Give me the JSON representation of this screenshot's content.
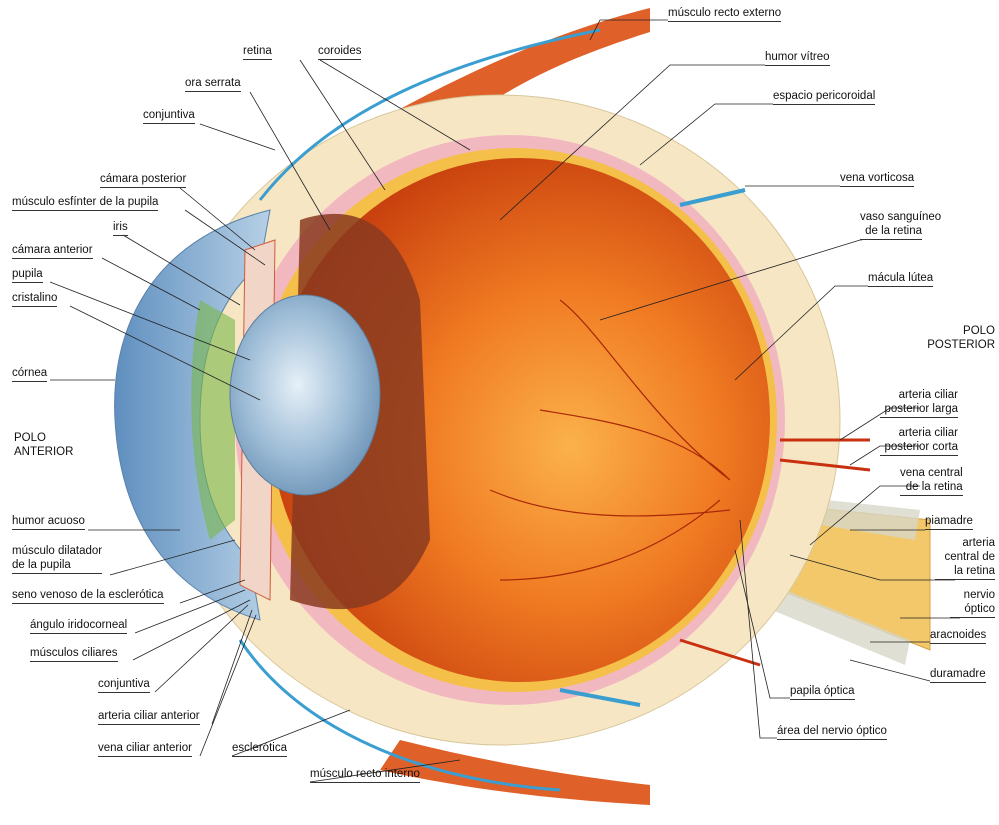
{
  "labels": {
    "musculo_recto_externo": "músculo recto externo",
    "retina": "retina",
    "coroides": "coroides",
    "humor_vitreo": "humor vítreo",
    "ora_serrata": "ora serrata",
    "espacio_pericoroidal": "espacio pericoroidal",
    "conjuntiva_top": "conjuntiva",
    "camara_posterior": "cámara posterior",
    "vena_vorticosa": "vena vorticosa",
    "musculo_esfinter": "músculo esfínter de la pupila",
    "vaso_sanguineo_1": "vaso sanguíneo",
    "vaso_sanguineo_2": "de la retina",
    "iris": "iris",
    "camara_anterior": "cámara anterior",
    "macula_lutea": "mácula lútea",
    "pupila": "pupila",
    "cristalino": "cristalino",
    "polo_posterior_1": "POLO",
    "polo_posterior_2": "POSTERIOR",
    "cornea": "córnea",
    "arteria_ciliar_larga_1": "arteria ciliar",
    "arteria_ciliar_larga_2": "posterior larga",
    "polo_anterior_1": "POLO",
    "polo_anterior_2": "ANTERIOR",
    "arteria_ciliar_corta_1": "arteria ciliar",
    "arteria_ciliar_corta_2": "posterior corta",
    "vena_central_1": "vena central",
    "vena_central_2": "de la retina",
    "humor_acuoso": "humor acuoso",
    "piamadre": "piamadre",
    "musculo_dilatador_1": "músculo dilatador",
    "musculo_dilatador_2": "de la pupila",
    "arteria_central_1": "arteria",
    "arteria_central_2": "central de",
    "arteria_central_3": "la retina",
    "seno_venoso": "seno venoso de la esclerótica",
    "nervio_optico_1": "nervio",
    "nervio_optico_2": "óptico",
    "angulo_iridocorneal": "ángulo iridocorneal",
    "aracnoides": "aracnoides",
    "musculos_ciliares": "músculos ciliares",
    "duramadre": "duramadre",
    "conjuntiva_bottom": "conjuntiva",
    "papila_optica": "papila óptica",
    "arteria_ciliar_anterior": "arteria ciliar anterior",
    "area_nervio_optico": "área del nervio óptico",
    "vena_ciliar_anterior": "vena ciliar anterior",
    "esclerotica": "esclerótica",
    "musculo_recto_interno": "músculo recto interno"
  },
  "colors": {
    "sclera": "#f6e6c4",
    "choroid": "#f2b8c0",
    "retina": "#e8601a",
    "cornea": "#8fb4d6",
    "lens": "#a9c6de",
    "muscle": "#e0602a",
    "vessel_blue": "#3a9ed0"
  }
}
